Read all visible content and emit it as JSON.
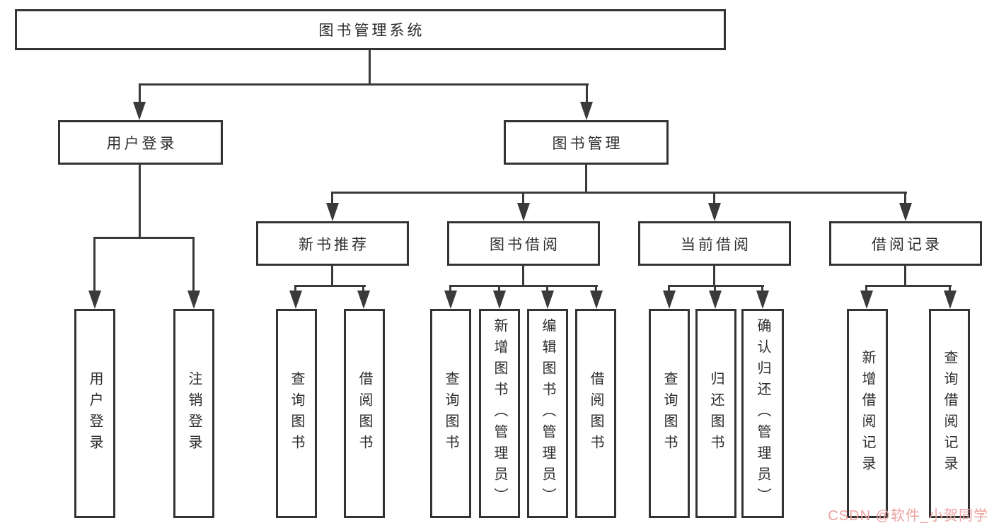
{
  "diagram": {
    "root": {
      "label": "图书管理系统"
    },
    "user_login": {
      "label": "用户登录",
      "children": [
        {
          "label": "用户登录"
        },
        {
          "label": "注销登录"
        }
      ]
    },
    "book_mgmt": {
      "label": "图书管理",
      "children": [
        {
          "label": "新书推荐",
          "children": [
            {
              "label": "查询图书"
            },
            {
              "label": "借阅图书"
            }
          ]
        },
        {
          "label": "图书借阅",
          "children": [
            {
              "label": "查询图书"
            },
            {
              "label": "新增图书（管理员）"
            },
            {
              "label": "编辑图书（管理员）"
            },
            {
              "label": "借阅图书"
            }
          ]
        },
        {
          "label": "当前借阅",
          "children": [
            {
              "label": "查询图书"
            },
            {
              "label": "归还图书"
            },
            {
              "label": "确认归还（管理员）"
            }
          ]
        },
        {
          "label": "借阅记录",
          "children": [
            {
              "label": "新增借阅记录"
            },
            {
              "label": "查询借阅记录"
            }
          ]
        }
      ]
    }
  },
  "watermark": {
    "text": "CSDN @软件_小贺同学"
  },
  "colors": {
    "line": "#3a3a3a",
    "box_border": "#333333",
    "text": "#2d2d2d",
    "background": "#ffffff",
    "watermark": "#eca29f"
  }
}
